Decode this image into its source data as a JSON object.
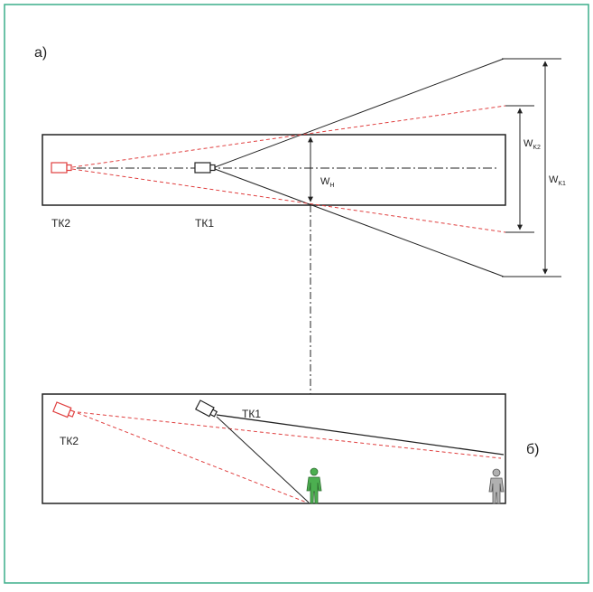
{
  "figure": {
    "panel_a_label": "а)",
    "panel_b_label": "б)",
    "cameras": {
      "tk1": "ТК1",
      "tk2": "ТК2"
    },
    "dimensions": {
      "w_h": {
        "main": "W",
        "sub": "H"
      },
      "w_k1": {
        "main": "W",
        "sub": "K1"
      },
      "w_k2": {
        "main": "W",
        "sub": "K2"
      }
    }
  },
  "colors": {
    "border": "#3cae8a",
    "line": "#222222",
    "red_dashed": "#e04040",
    "person_green": "#4caf50",
    "person_gray": "#9e9e9e"
  }
}
